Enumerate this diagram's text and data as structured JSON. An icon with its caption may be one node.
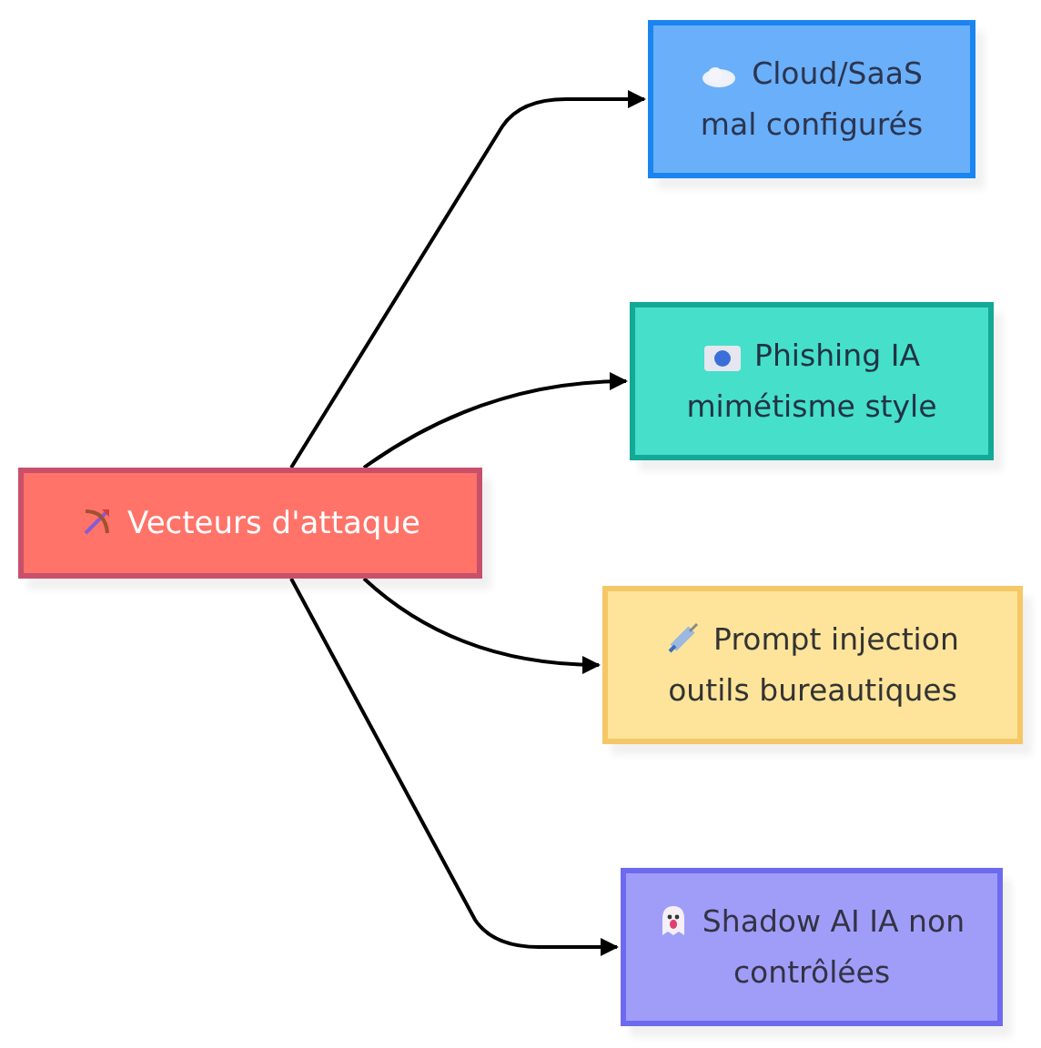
{
  "diagram": {
    "nodes": [
      {
        "text": [
          "Vecteurs d'attaque"
        ]
      },
      {
        "text": [
          "Cloud/SaaS mal configurés"
        ]
      },
      {
        "text": [
          "Phishing IA mimétisme style"
        ]
      },
      {
        "text": [
          "Prompt injection outils bureautiques"
        ]
      },
      {
        "text": [
          "Shadow AI IA non contrôlées"
        ]
      }
    ],
    "edges": [
      {
        "from": 0,
        "to": 1,
        "arrow": "to"
      },
      {
        "from": 0,
        "to": 2,
        "arrow": "to"
      },
      {
        "from": 0,
        "to": 3,
        "arrow": "to"
      },
      {
        "from": 0,
        "to": 4,
        "arrow": "to"
      }
    ]
  }
}
